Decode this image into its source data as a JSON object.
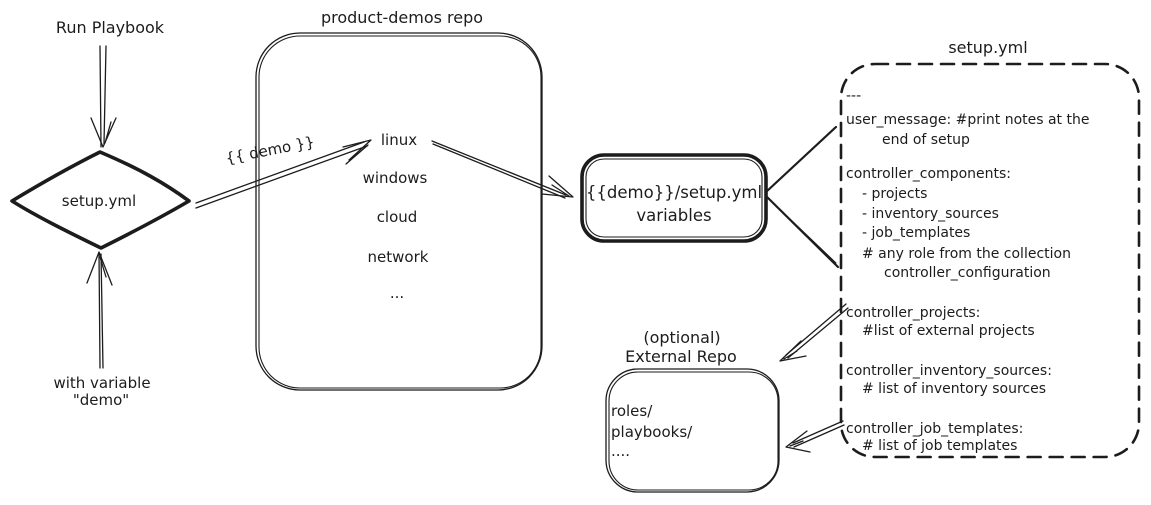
{
  "colors": {
    "ink": "#1c1c1c",
    "background": "#ffffff"
  },
  "flow": {
    "run_playbook_label": "Run Playbook",
    "diamond_label": "setup.yml",
    "with_variable_line1": "with variable",
    "with_variable_line2": "\"demo\"",
    "demo_arrow_label": "{{ demo }}"
  },
  "repo": {
    "title": "product-demos repo",
    "items": [
      "linux",
      "windows",
      "cloud",
      "network",
      "..."
    ]
  },
  "variables_box": {
    "line1": "{{demo}}/setup.yml",
    "line2": "variables"
  },
  "setup_file": {
    "title": "setup.yml",
    "lines": [
      "---",
      "user_message: #print notes at the",
      "end of setup",
      "controller_components:",
      "- projects",
      "- inventory_sources",
      "- job_templates",
      "# any role from the collection",
      "controller_configuration",
      "controller_projects:",
      "#list of external projects",
      "controller_inventory_sources:",
      "# list of inventory sources",
      "controller_job_templates:",
      "# list of job templates"
    ]
  },
  "external_repo": {
    "label_line1": "(optional)",
    "label_line2": "External Repo",
    "lines": [
      "roles/",
      "playbooks/",
      "...."
    ]
  }
}
